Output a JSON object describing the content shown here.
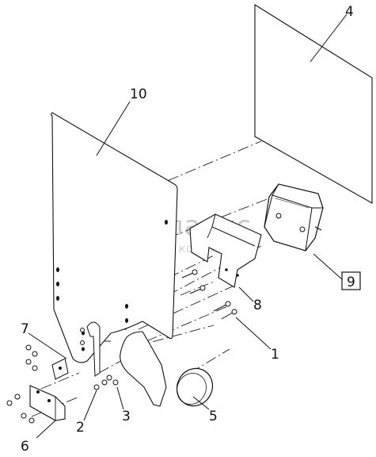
{
  "diagram": {
    "callouts": [
      {
        "id": "p1",
        "label": "1"
      },
      {
        "id": "p2",
        "label": "2"
      },
      {
        "id": "p3",
        "label": "3"
      },
      {
        "id": "p4",
        "label": "4"
      },
      {
        "id": "p5",
        "label": "5"
      },
      {
        "id": "p6",
        "label": "6"
      },
      {
        "id": "p7",
        "label": "7"
      },
      {
        "id": "p8",
        "label": "8"
      },
      {
        "id": "p9",
        "label": "9"
      },
      {
        "id": "p10",
        "label": "10"
      }
    ],
    "watermark": {
      "brand": "беларус",
      "tagline": "ГРУППА КОМПАНИЙ"
    }
  }
}
